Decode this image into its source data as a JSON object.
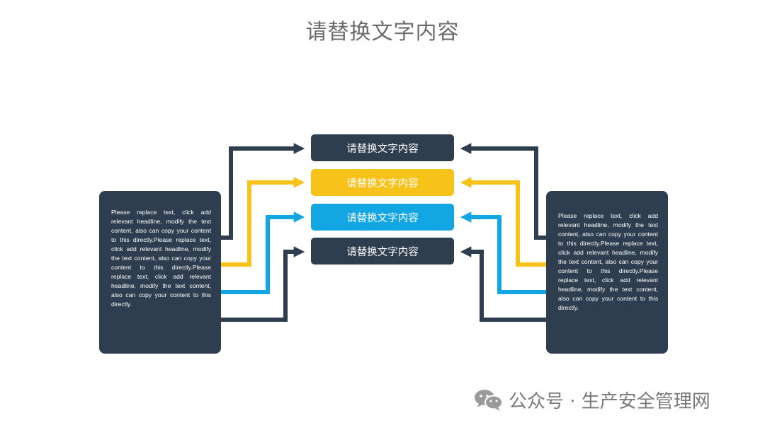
{
  "title": "请替换文字内容",
  "boxes": [
    {
      "label": "请替换文字内容",
      "color": "#2f3e4f"
    },
    {
      "label": "请替换文字内容",
      "color": "#f7c21a"
    },
    {
      "label": "请替换文字内容",
      "color": "#12a7e3"
    },
    {
      "label": "请替换文字内容",
      "color": "#2f3e4f"
    }
  ],
  "left_panel": {
    "text": "Please replace text, click add relevant headline, modify the text content, also can copy your content to this directly.Please replace text, click add relevant headline, modify the text content, also can copy your content to this directly.Please replace text, click add relevant headline, modify the text content, also can copy your content to this directly."
  },
  "right_panel": {
    "text": "Please replace text, click add relevant headline, modify the text content, also can copy your content to this directly.Please replace text, click add relevant headline, modify the text content, also can copy your content to this directly.Please replace text, click add relevant headline, modify the text content, also can copy your content to this directly."
  },
  "footer": {
    "text": "公众号 · 生产安全管理网",
    "icon": "wechat-icon"
  },
  "colors": {
    "navy": "#2f3e4f",
    "yellow": "#f7c21a",
    "blue": "#12a7e3"
  }
}
